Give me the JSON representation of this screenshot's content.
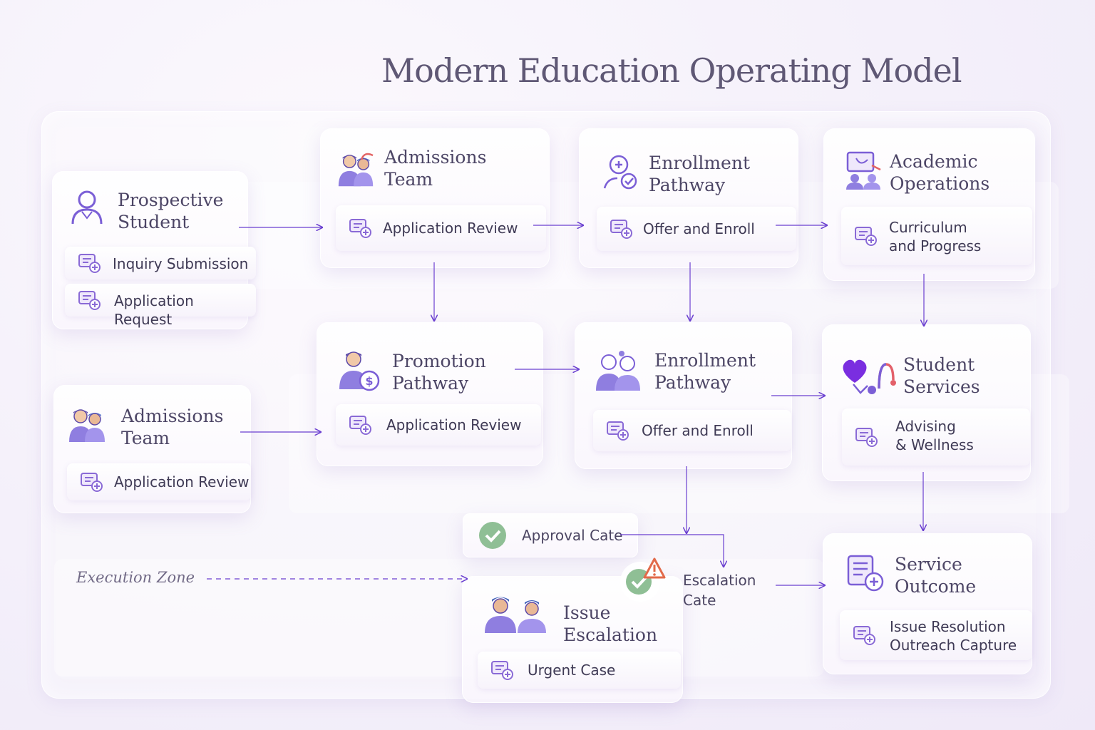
{
  "title": "Modern Education Operating Model",
  "cards": {
    "prospective_student": {
      "title": "Prospective\nStudent",
      "items": [
        "Inquiry Submission",
        "Application Request"
      ]
    },
    "admissions_team_top": {
      "title": "Admissions\nTeam",
      "items": [
        "Application Review"
      ]
    },
    "enrollment_pathway_top": {
      "title": "Enrollment\nPathway",
      "items": [
        "Offer and Enroll"
      ]
    },
    "academic_operations": {
      "title": "Academic\nOperations",
      "items": [
        "Curriculum\nand Progress"
      ]
    },
    "admissions_team_mid": {
      "title": "Admissions\nTeam",
      "items": [
        "Application Review"
      ]
    },
    "promotion_pathway": {
      "title": "Promotion\nPathway",
      "items": [
        "Application Review"
      ]
    },
    "enrollment_pathway_mid": {
      "title": "Enrollment\nPathway",
      "items": [
        "Offer and Enroll"
      ]
    },
    "student_services": {
      "title": "Student\nServices",
      "items": [
        "Advising\n& Wellness"
      ]
    },
    "issue_escalation": {
      "title": "Issue\nEscalation",
      "items": [
        "Urgent Case"
      ]
    },
    "service_outcome": {
      "title": "Service\nOutcome",
      "items": [
        "Issue Resolution\nOutreach Capture"
      ]
    }
  },
  "gates": {
    "approval": "Approval Cate",
    "escalation": "Escalation\nCate"
  },
  "zone_label": "Execution Zone",
  "colors": {
    "accent": "#7b4fd8",
    "icon": "#8a6ad6",
    "arrow": "#6a3fd0",
    "check": "#7fb489",
    "warning": "#e26a4a"
  }
}
